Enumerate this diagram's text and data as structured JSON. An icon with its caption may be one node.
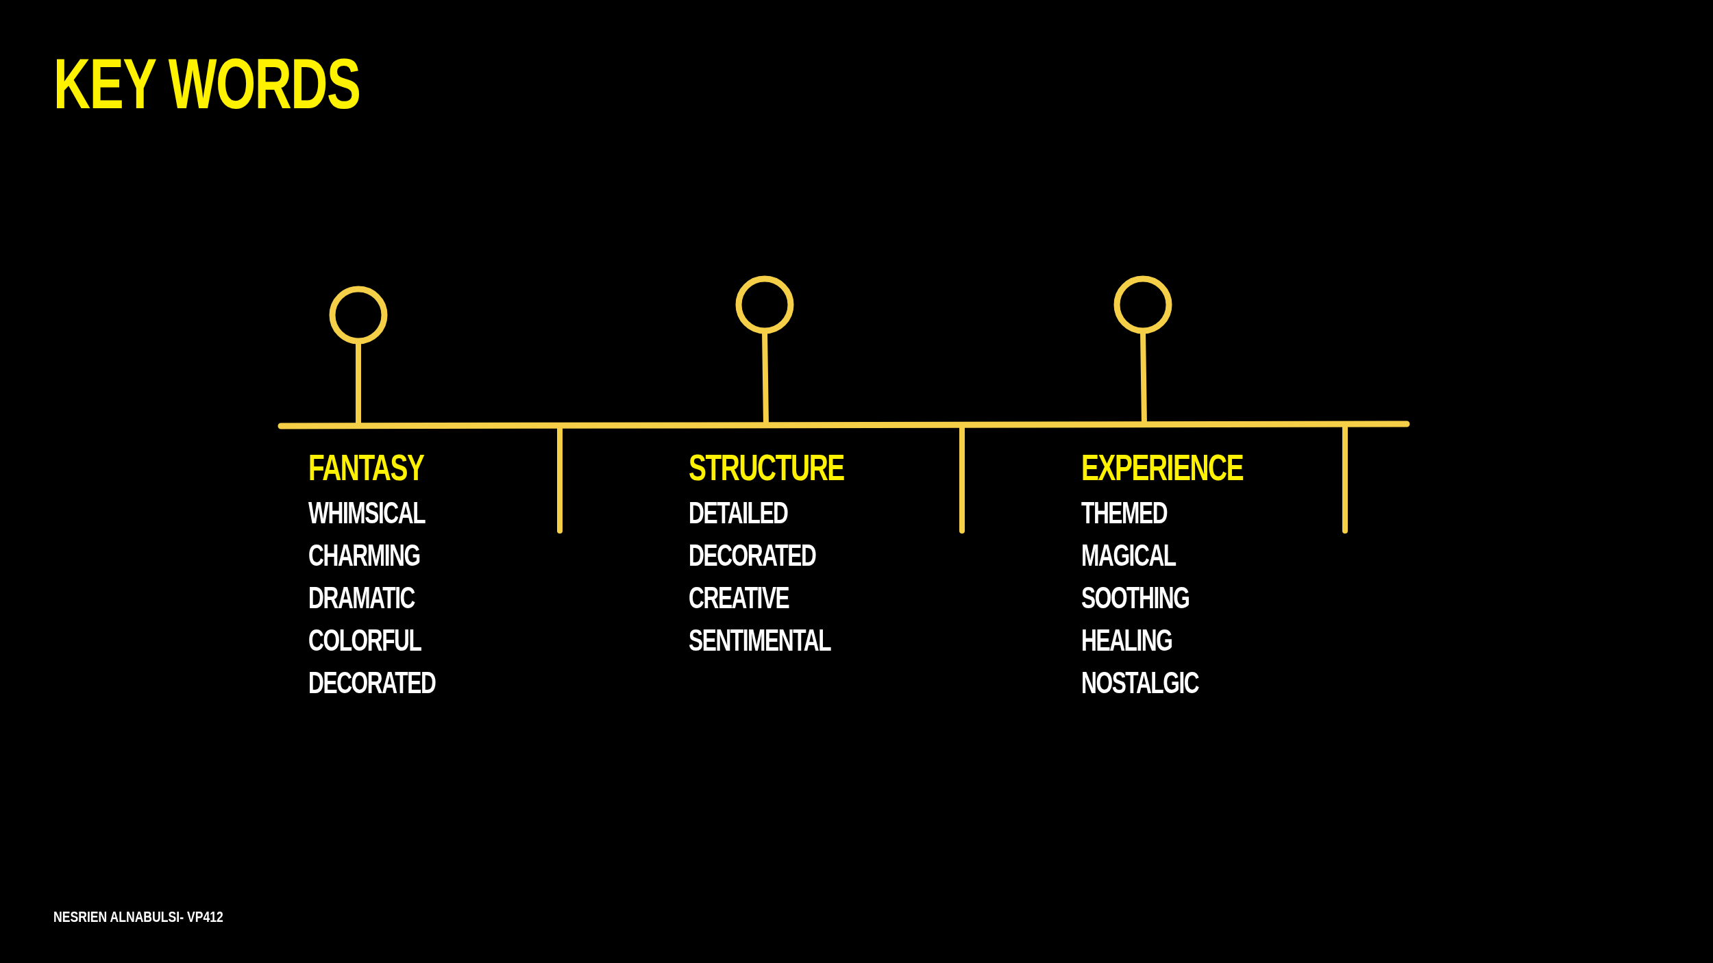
{
  "diagram": {
    "title": "KEY WORDS",
    "labels": [
      "FANTASY",
      "WHIMSICAL",
      "CHARMING",
      "DRAMATIC",
      "COLORFUL",
      "DECORATED",
      "STRUCTURE",
      "DETAILED",
      "DECORATED",
      "CREATIVE",
      "SENTIMENTAL",
      "EXPERIENCE",
      "THEMED",
      "MAGICAL",
      "SOOTHING",
      "HEALING",
      "NOSTALGIC",
      "NESRIEN ALNABULSI- VP412"
    ]
  }
}
